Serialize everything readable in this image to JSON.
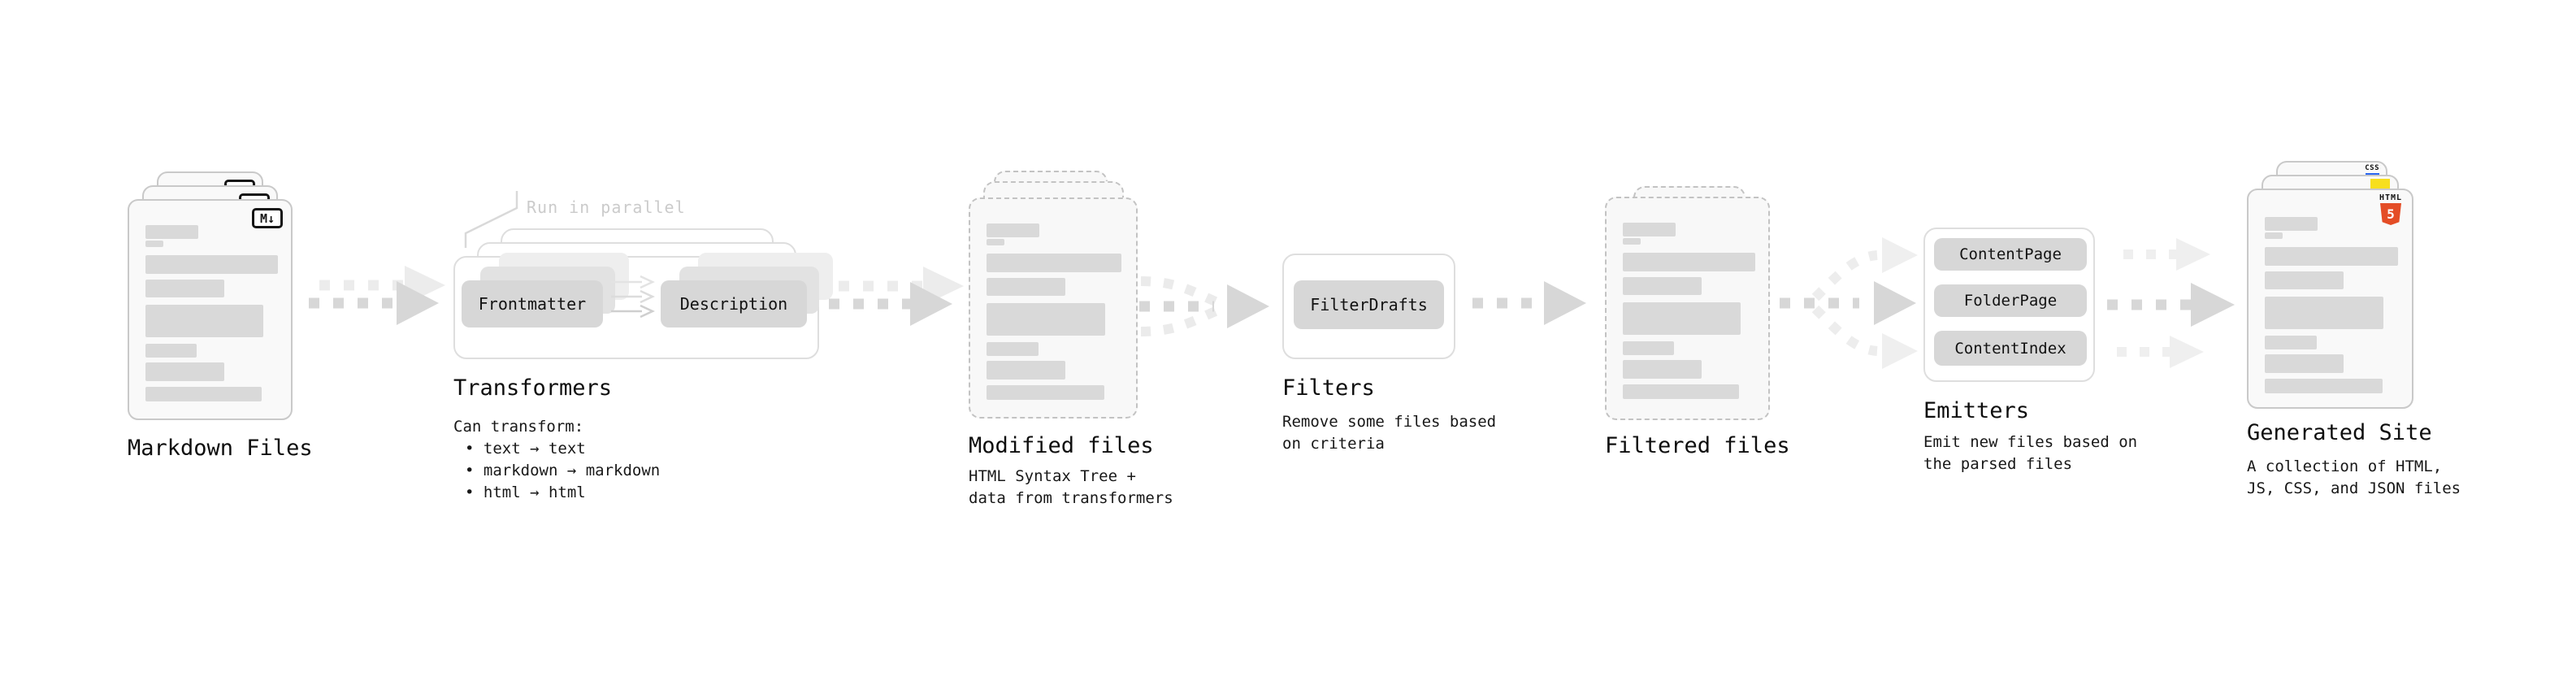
{
  "diagram": {
    "markdown_files": {
      "title": "Markdown Files",
      "badge": "M↓"
    },
    "transformers": {
      "parallel_label": "Run in parallel",
      "step1": "Frontmatter",
      "step2": "Description",
      "title": "Transformers",
      "desc_heading": "Can transform:",
      "bullets": [
        "• text → text",
        "• markdown → markdown",
        "• html → html"
      ]
    },
    "modified_files": {
      "title": "Modified files",
      "desc_line1": "HTML Syntax Tree +",
      "desc_line2": "data from transformers"
    },
    "filters": {
      "button": "FilterDrafts",
      "title": "Filters",
      "desc_line1": "Remove some files based",
      "desc_line2": "on criteria"
    },
    "filtered_files": {
      "title": "Filtered files"
    },
    "emitters": {
      "buttons": [
        "ContentPage",
        "FolderPage",
        "ContentIndex"
      ],
      "title": "Emitters",
      "desc_line1": "Emit new files based on",
      "desc_line2": "the parsed files"
    },
    "generated_site": {
      "badge_css": "CSS",
      "badge_html": "HTML",
      "badge_html_number": "5",
      "title": "Generated Site",
      "desc_line1": "A collection of HTML,",
      "desc_line2": "JS, CSS, and JSON files"
    },
    "colors": {
      "placeholder_bar": "#d9d9d9",
      "card_background": "#f9f9f9",
      "card_border": "#c9c9c9",
      "panel_border": "#dedede",
      "chip_background": "#d7d7d7",
      "arrow": "#d7d7d7",
      "arrow_ghost": "#ececec",
      "css_blue": "#2965f1",
      "js_yellow": "#f7df1e",
      "html5_orange": "#e44d26"
    }
  }
}
